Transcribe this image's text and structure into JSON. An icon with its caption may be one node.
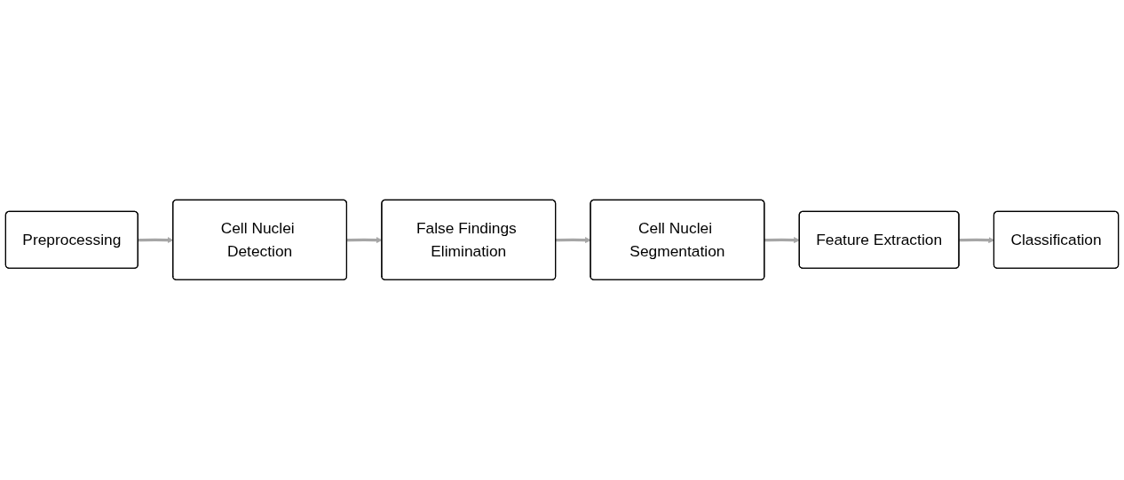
{
  "diagram": {
    "nodes": [
      {
        "text": [
          "Preprocessing"
        ]
      },
      {
        "text": [
          "Cell Nuclei Detection"
        ]
      },
      {
        "text": [
          "False Findings Elimination"
        ]
      },
      {
        "text": [
          "Cell Nuclei Segmentation"
        ]
      },
      {
        "text": [
          "Feature Extraction"
        ]
      },
      {
        "text": [
          "Classification"
        ]
      }
    ],
    "edges": [
      {
        "from": 0,
        "to": 1,
        "arrow": "to"
      },
      {
        "from": 1,
        "to": 2,
        "arrow": "to"
      },
      {
        "from": 2,
        "to": 3,
        "arrow": "to"
      },
      {
        "from": 3,
        "to": 4,
        "arrow": "to"
      },
      {
        "from": 4,
        "to": 5,
        "arrow": "to"
      }
    ]
  }
}
